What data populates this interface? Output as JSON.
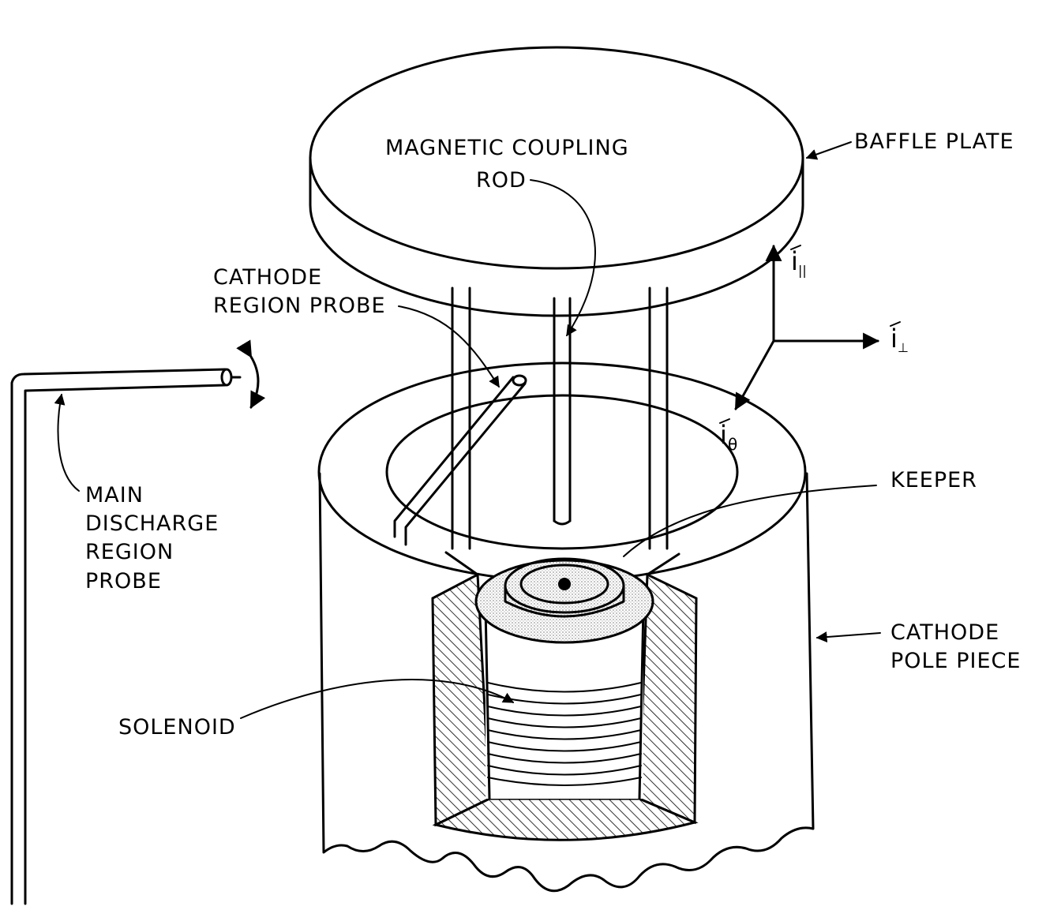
{
  "labels": {
    "magnetic_coupling_rod_line1": "MAGNETIC COUPLING",
    "magnetic_coupling_rod_line2": "ROD",
    "baffle_plate": "BAFFLE PLATE",
    "cathode_region_probe_line1": "CATHODE",
    "cathode_region_probe_line2": "REGION PROBE",
    "main_discharge_probe_line1": "MAIN",
    "main_discharge_probe_line2": "DISCHARGE",
    "main_discharge_probe_line3": "REGION",
    "main_discharge_probe_line4": "PROBE",
    "keeper": "KEEPER",
    "cathode_pole_piece_line1": "CATHODE",
    "cathode_pole_piece_line2": "POLE PIECE",
    "solenoid": "SOLENOID"
  },
  "axes": {
    "parallel_base": "i",
    "parallel_sub": "||",
    "perp_base": "i",
    "perp_sub": "⊥",
    "theta_base": "i",
    "theta_sub": "θ"
  },
  "colors": {
    "ink": "#000000",
    "paper": "#ffffff",
    "stipple": "#d6d6d6"
  }
}
